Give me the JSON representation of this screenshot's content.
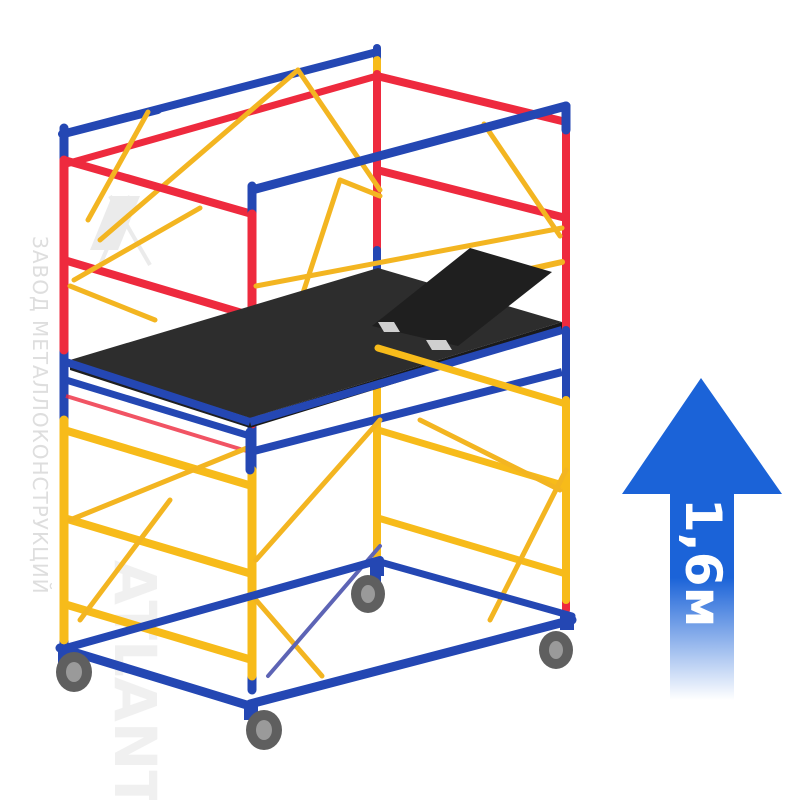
{
  "watermark": {
    "text": "ЗАВОД МЕТАЛЛОКОНСТРУКЦИЙ",
    "logo_text": "ATLANT"
  },
  "height_indicator": {
    "label": "1,6м",
    "icon": "up-arrow-icon",
    "color": "#1b63d8"
  },
  "colors": {
    "frame_blue": "#2447b3",
    "rail_red": "#ee2a3e",
    "frame_yellow": "#f7bb1a",
    "brace_yellow": "#f3b521",
    "deck": "#2d2d2d",
    "wheel": "#6f6f6f"
  }
}
